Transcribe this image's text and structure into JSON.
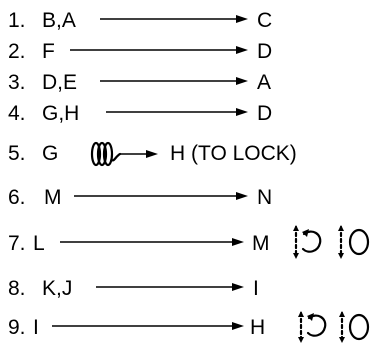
{
  "steps": [
    {
      "num": "1.",
      "from": "B,A",
      "to": "C"
    },
    {
      "num": "2.",
      "from": "F",
      "to": "D"
    },
    {
      "num": "3.",
      "from": "D,E",
      "to": "A"
    },
    {
      "num": "4.",
      "from": "G,H",
      "to": "D"
    },
    {
      "num": "5.",
      "from": "G",
      "to": "H (TO LOCK)"
    },
    {
      "num": "6.",
      "from": "M",
      "to": "N"
    },
    {
      "num": "7.",
      "from": "L",
      "to": "M"
    },
    {
      "num": "8.",
      "from": "K,J",
      "to": "I"
    },
    {
      "num": "9.",
      "from": "I",
      "to": "H"
    }
  ],
  "icons": {
    "coil": "coil-spring-icon",
    "cw": "clockwise-rotation-icon",
    "ccw": "counterclockwise-rotation-icon"
  }
}
